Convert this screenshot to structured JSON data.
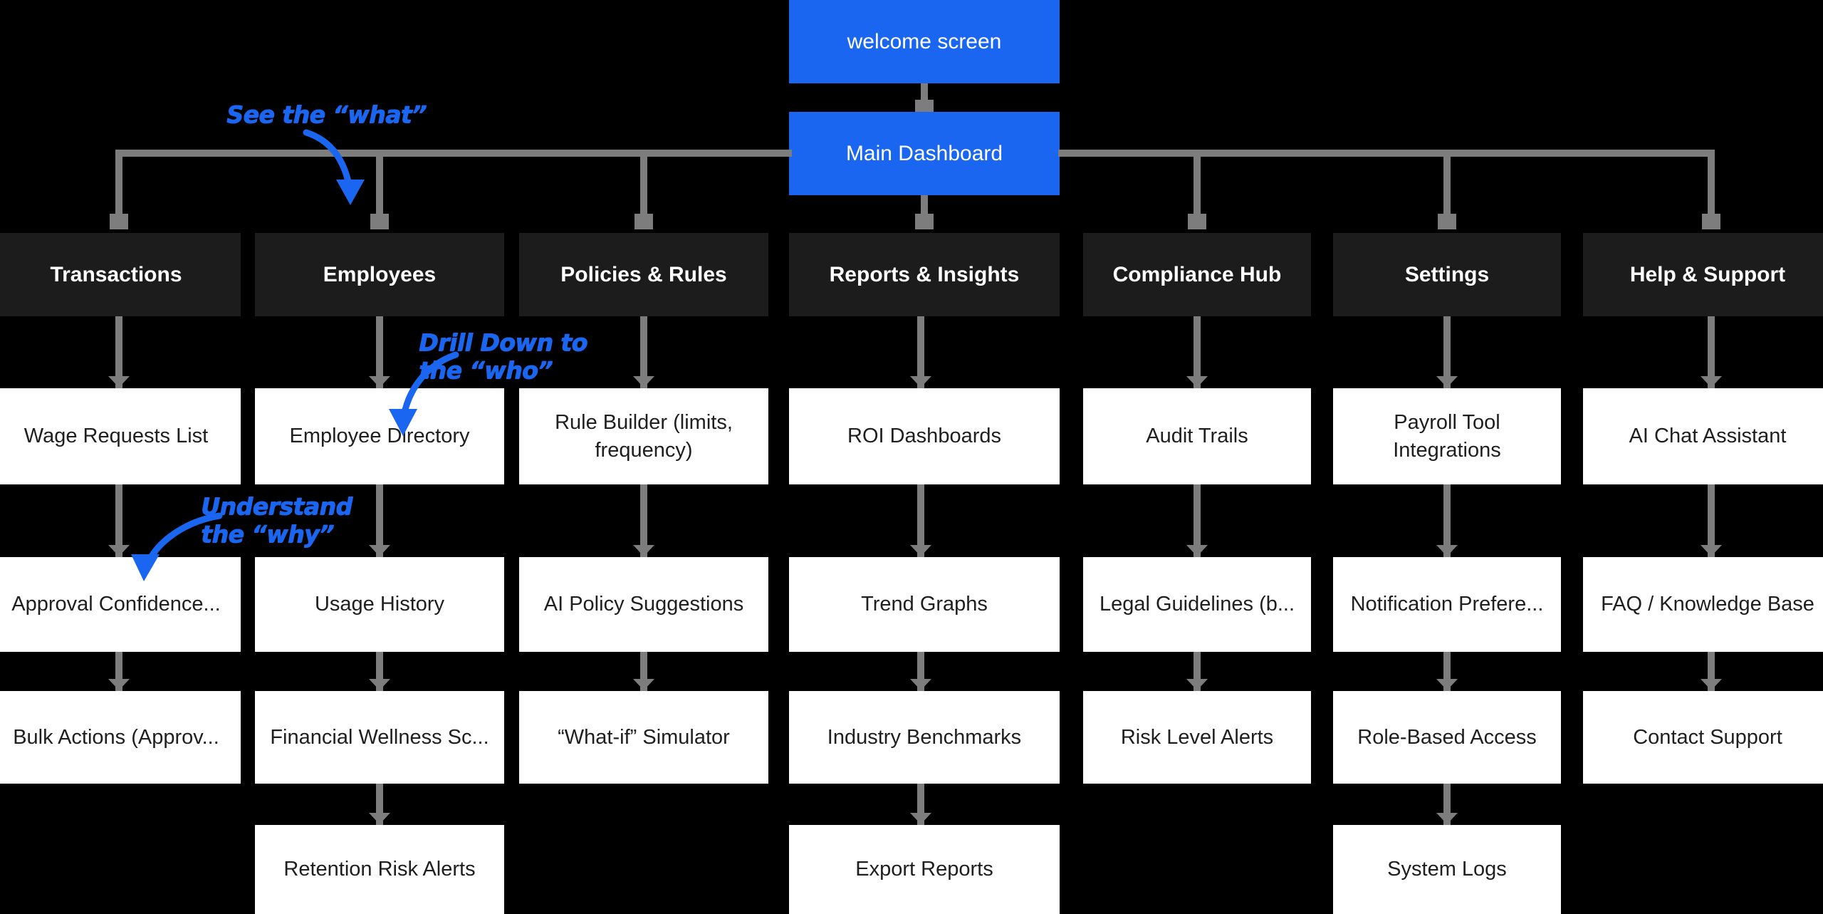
{
  "diagram": {
    "title_nodes": {
      "welcome": "welcome screen",
      "dashboard": "Main Dashboard"
    },
    "colors": {
      "accent_blue": "#1a66f0",
      "connector_gray": "#7d7d7d",
      "header_dark": "#1c1c1c",
      "card_white": "#ffffff",
      "background": "#000000"
    },
    "columns": [
      {
        "header": "Transactions",
        "items": [
          "Wage Requests List",
          "Approval Confidence...",
          "Bulk Actions (Approv..."
        ]
      },
      {
        "header": "Employees",
        "items": [
          "Employee Directory",
          "Usage History",
          "Financial Wellness Sc...",
          "Retention Risk Alerts"
        ]
      },
      {
        "header": "Policies & Rules",
        "items": [
          "Rule Builder (limits, frequency)",
          "AI Policy Suggestions",
          "“What-if” Simulator"
        ]
      },
      {
        "header": "Reports & Insights",
        "items": [
          "ROI Dashboards",
          "Trend Graphs",
          "Industry Benchmarks",
          "Export Reports"
        ]
      },
      {
        "header": "Compliance Hub",
        "items": [
          "Audit Trails",
          "Legal Guidelines (b...",
          "Risk Level Alerts"
        ]
      },
      {
        "header": "Settings",
        "items": [
          "Payroll Tool Integrations",
          "Notification Prefere...",
          "Role-Based Access",
          "System Logs"
        ]
      },
      {
        "header": "Help & Support",
        "items": [
          "AI Chat Assistant",
          "FAQ / Knowledge Base",
          "Contact Support"
        ]
      }
    ],
    "annotations": [
      {
        "text": "See the “what”"
      },
      {
        "text": "Drill Down to\nthe “who”"
      },
      {
        "text": "Understand\nthe “why”"
      }
    ]
  }
}
